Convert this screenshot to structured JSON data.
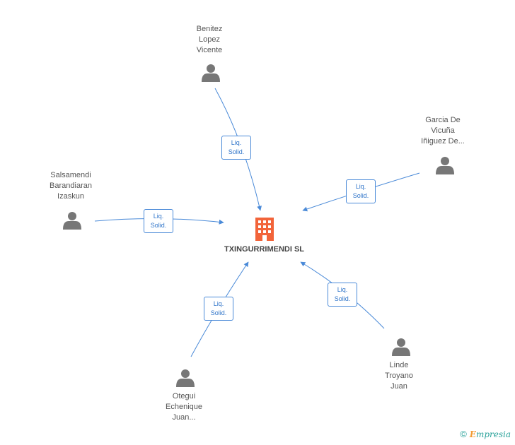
{
  "company": {
    "name": "TXINGURRIMENDI SL",
    "icon": "building-icon",
    "color": "#f2643a"
  },
  "people": [
    {
      "id": "benitez",
      "lines": [
        "Benitez",
        "Lopez",
        "Vicente"
      ],
      "icon": "person-icon"
    },
    {
      "id": "garcia",
      "lines": [
        "Garcia De",
        "Vicuña",
        "Iñiguez De..."
      ],
      "icon": "person-icon"
    },
    {
      "id": "salsamendi",
      "lines": [
        "Salsamendi",
        "Barandiaran",
        "Izaskun"
      ],
      "icon": "person-icon"
    },
    {
      "id": "otegui",
      "lines": [
        "Otegui",
        "Echenique",
        "Juan..."
      ],
      "icon": "person-icon"
    },
    {
      "id": "linde",
      "lines": [
        "Linde",
        "Troyano",
        "Juan"
      ],
      "icon": "person-icon"
    }
  ],
  "edges": [
    {
      "from": "benitez",
      "label": [
        "Liq.",
        "Solid."
      ]
    },
    {
      "from": "garcia",
      "label": [
        "Liq.",
        "Solid."
      ]
    },
    {
      "from": "salsamendi",
      "label": [
        "Liq.",
        "Solid."
      ]
    },
    {
      "from": "otegui",
      "label": [
        "Liq.",
        "Solid."
      ]
    },
    {
      "from": "linde",
      "label": [
        "Liq.",
        "Solid."
      ]
    }
  ],
  "colors": {
    "edge": "#4a8ad8",
    "person": "#777777",
    "label_text": "#2f74c9"
  },
  "footer": {
    "copyright": "©",
    "brand_first": "E",
    "brand_rest": "mpresia"
  }
}
